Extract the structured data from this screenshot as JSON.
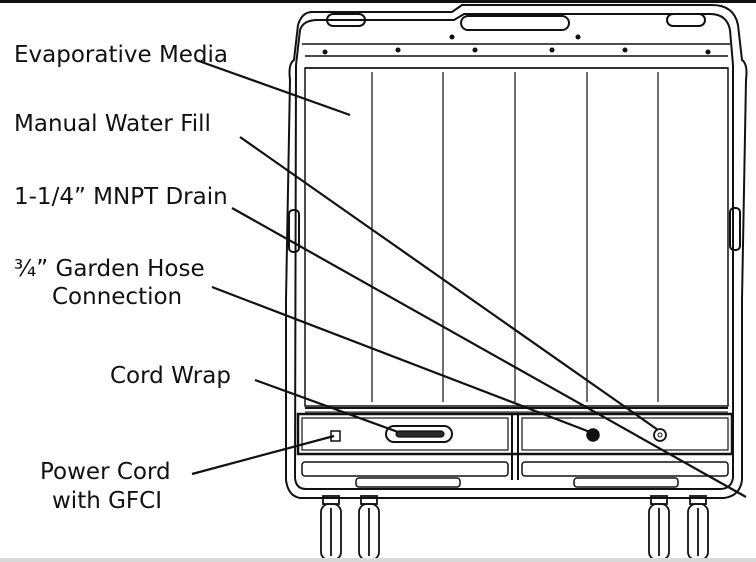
{
  "labels": {
    "evaporative_media": "Evaporative Media",
    "manual_water_fill": "Manual Water Fill",
    "mnpt_drain": "1-1/4” MNPT Drain",
    "garden_hose_line1": "¾” Garden Hose",
    "garden_hose_line2": "Connection",
    "cord_wrap": "Cord Wrap",
    "power_cord_line1": "Power Cord",
    "power_cord_line2": "with GFCI"
  },
  "colors": {
    "line": "#111111",
    "background": "#ffffff",
    "panel_fill": "#ffffff",
    "dark_accent": "#2b2b2b"
  }
}
